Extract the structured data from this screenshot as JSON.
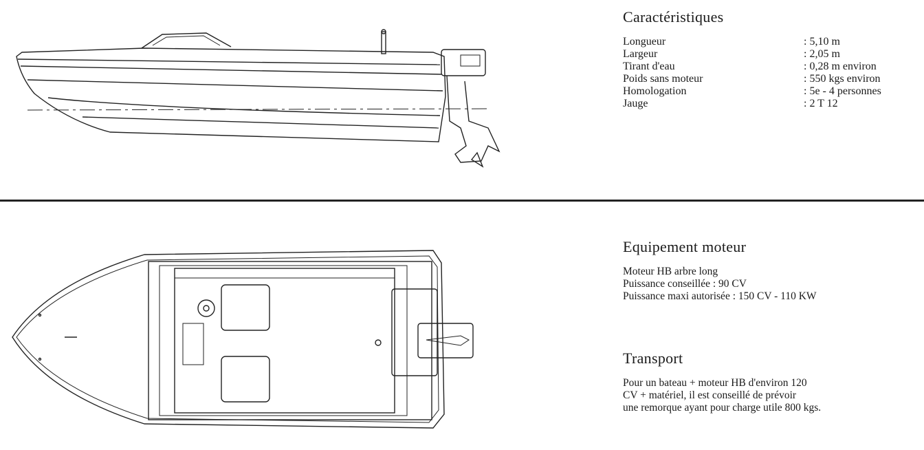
{
  "characteristics": {
    "title": "Caractéristiques",
    "rows": [
      {
        "label": "Longueur",
        "value": ": 5,10 m"
      },
      {
        "label": "Largeur",
        "value": ": 2,05 m"
      },
      {
        "label": "Tirant d'eau",
        "value": ": 0,28 m environ"
      },
      {
        "label": "Poids sans moteur",
        "value": ": 550 kgs environ"
      },
      {
        "label": "Homologation",
        "value": ": 5e - 4 personnes"
      },
      {
        "label": "Jauge",
        "value": ": 2 T 12"
      }
    ]
  },
  "motor": {
    "title": "Equipement moteur",
    "lines": [
      "Moteur HB arbre long",
      "Puissance conseillée : 90 CV",
      "Puissance maxi autorisée : 150 CV - 110 KW"
    ]
  },
  "transport": {
    "title": "Transport",
    "lines": [
      "Pour un bateau + moteur HB d'environ 120",
      "CV + matériel, il est conseillé de prévoir",
      "une remorque ayant pour charge utile 800 kgs."
    ]
  }
}
